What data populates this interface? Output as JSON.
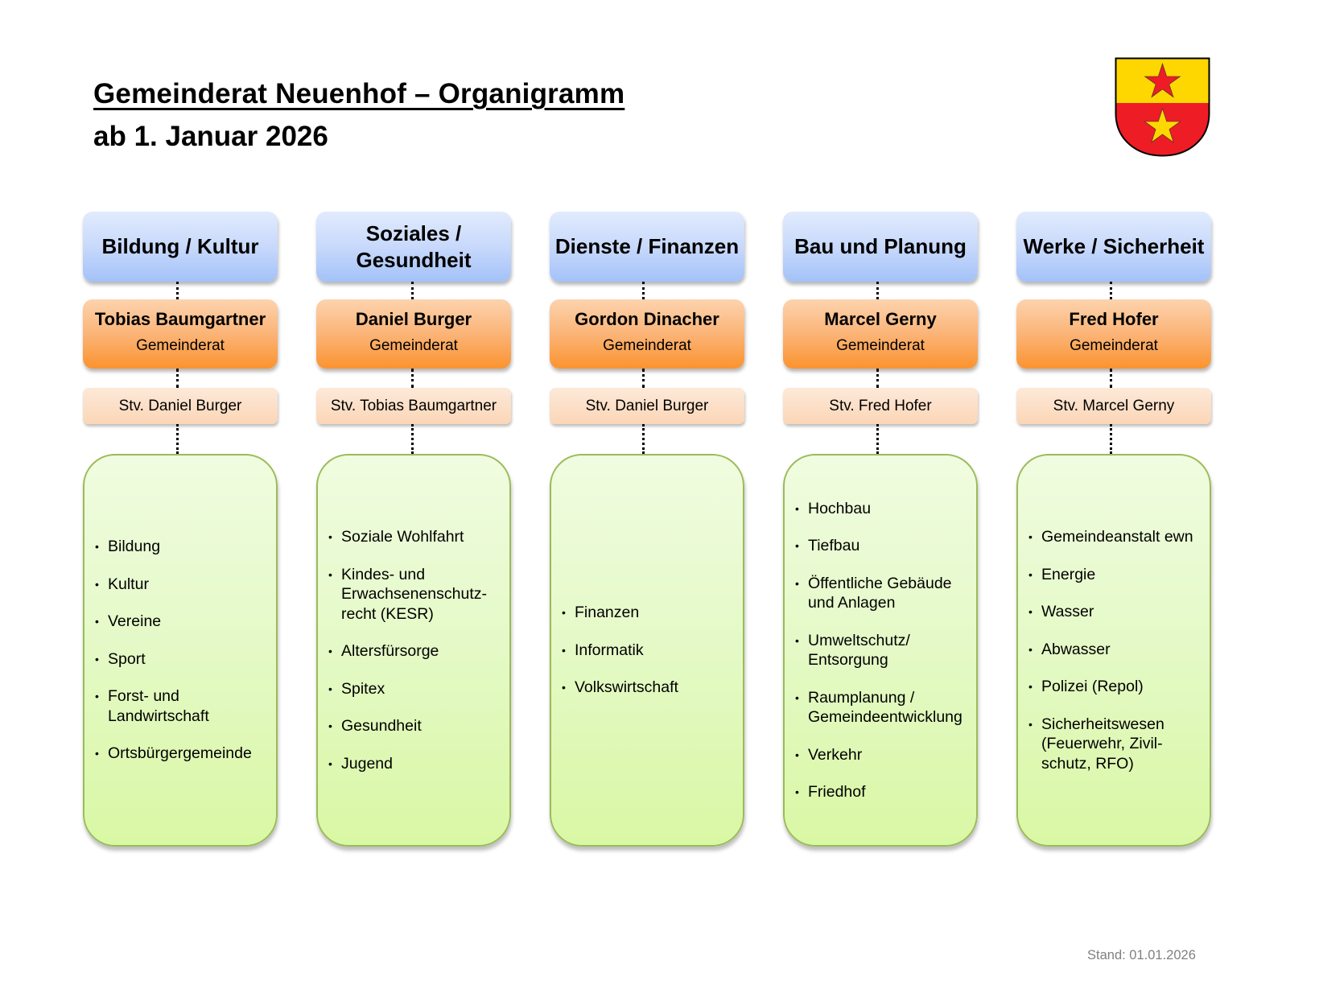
{
  "header": {
    "title": "Gemeinderat Neuenhof – Organigramm",
    "subtitle": "ab 1. Januar 2026",
    "logo": "coat-of-arms-neuenhof"
  },
  "colors": {
    "crest_yellow": "#FFD700",
    "crest_red": "#EE1C25",
    "department_blue": "#A3C2F8",
    "councillor_orange": "#FB932F",
    "deputy_peach": "#FBD6B6",
    "tasks_green": "#D9F8A4",
    "tasks_border": "#9BBB59"
  },
  "departments": [
    {
      "name": "Bildung / Kultur",
      "councillor": "Tobias Baumgartner",
      "role": "Gemeinderat",
      "deputy": "Stv. Daniel Burger",
      "tasks": [
        "Bildung",
        "Kultur",
        "Vereine",
        "Sport",
        "Forst- und\nLandwirtschaft",
        "Ortsbürgergemeinde"
      ]
    },
    {
      "name": "Soziales / Gesundheit",
      "councillor": "Daniel Burger",
      "role": "Gemeinderat",
      "deputy": "Stv. Tobias Baumgartner",
      "tasks": [
        "Soziale Wohlfahrt",
        "Kindes- und\nErwachsenenschutz-\nrecht (KESR)",
        "Altersfürsorge",
        "Spitex",
        "Gesundheit",
        "Jugend"
      ]
    },
    {
      "name": "Dienste / Finanzen",
      "councillor": "Gordon Dinacher",
      "role": "Gemeinderat",
      "deputy": "Stv. Daniel Burger",
      "tasks": [
        "Finanzen",
        "Informatik",
        "Volkswirtschaft"
      ]
    },
    {
      "name": "Bau und Planung",
      "councillor": "Marcel Gerny",
      "role": "Gemeinderat",
      "deputy": "Stv. Fred Hofer",
      "tasks": [
        "Hochbau",
        "Tiefbau",
        "Öffentliche Gebäude\nund Anlagen",
        "Umweltschutz/\nEntsorgung",
        "Raumplanung /\nGemeindeentwicklung",
        "Verkehr",
        "Friedhof"
      ]
    },
    {
      "name": "Werke / Sicherheit",
      "councillor": "Fred Hofer",
      "role": "Gemeinderat",
      "deputy": "Stv. Marcel Gerny",
      "tasks": [
        "Gemeindeanstalt ewn",
        "Energie",
        "Wasser",
        "Abwasser",
        "Polizei (Repol)",
        "Sicherheitswesen\n(Feuerwehr, Zivil-\nschutz, RFO)"
      ]
    }
  ],
  "footer": {
    "stand": "Stand: 01.01.2026"
  }
}
